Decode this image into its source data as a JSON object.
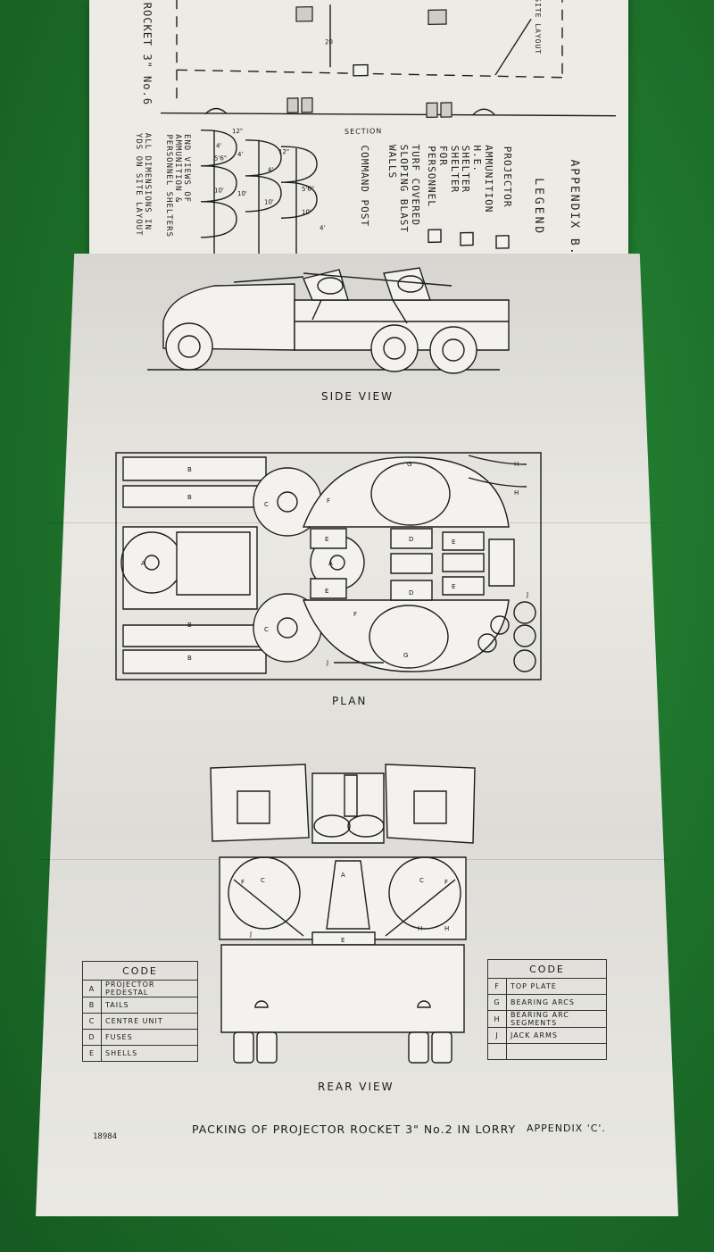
{
  "appendix_b": {
    "title": "APPENDIX B.",
    "legend_heading": "LEGEND",
    "legend_items": [
      "PROJECTOR",
      "AMMUNITION H.E. SHELTER",
      "SHELTER FOR PERSONNEL",
      "TURF COVERED SLOPING BLAST WALLS",
      "COMMAND POST"
    ],
    "section_label": "SECTION",
    "site_layout_label": "SITE LAYOUT",
    "end_views_note": "END VIEWS OF AMMUNITION & PERSONNEL SHELTERS",
    "dimensions_note": "ALL DIMENSIONS IN YDS ON SITE LAYOUT",
    "rocket_title": "ROCKET 3\" No.6",
    "dimension_marks": [
      "20",
      "12\"",
      "4'",
      "5'6\"",
      "10'",
      "4'",
      "10'",
      "10'",
      "12\"",
      "4'",
      "5'6\"",
      "10'",
      "4'"
    ]
  },
  "views": {
    "side": "SIDE VIEW",
    "plan": "PLAN",
    "rear": "REAR VIEW"
  },
  "code_left": {
    "heading": "CODE",
    "rows": [
      {
        "key": "A",
        "label": "PROJECTOR PEDESTAL"
      },
      {
        "key": "B",
        "label": "TAILS"
      },
      {
        "key": "C",
        "label": "CENTRE UNIT"
      },
      {
        "key": "D",
        "label": "FUSES"
      },
      {
        "key": "E",
        "label": "SHELLS"
      }
    ]
  },
  "code_right": {
    "heading": "CODE",
    "rows": [
      {
        "key": "F",
        "label": "TOP PLATE"
      },
      {
        "key": "G",
        "label": "BEARING ARCS"
      },
      {
        "key": "H",
        "label": "BEARING ARC SEGMENTS"
      },
      {
        "key": "J",
        "label": "JACK ARMS"
      },
      {
        "key": "",
        "label": ""
      }
    ]
  },
  "footer": {
    "ref_number": "18984",
    "title": "PACKING OF PROJECTOR  ROCKET 3\" No.2 IN LORRY",
    "appendix": "APPENDIX 'C'."
  },
  "colors": {
    "background": "#1f7a2e",
    "paper": "#e9e8e3",
    "ink": "#1d1d1d"
  }
}
